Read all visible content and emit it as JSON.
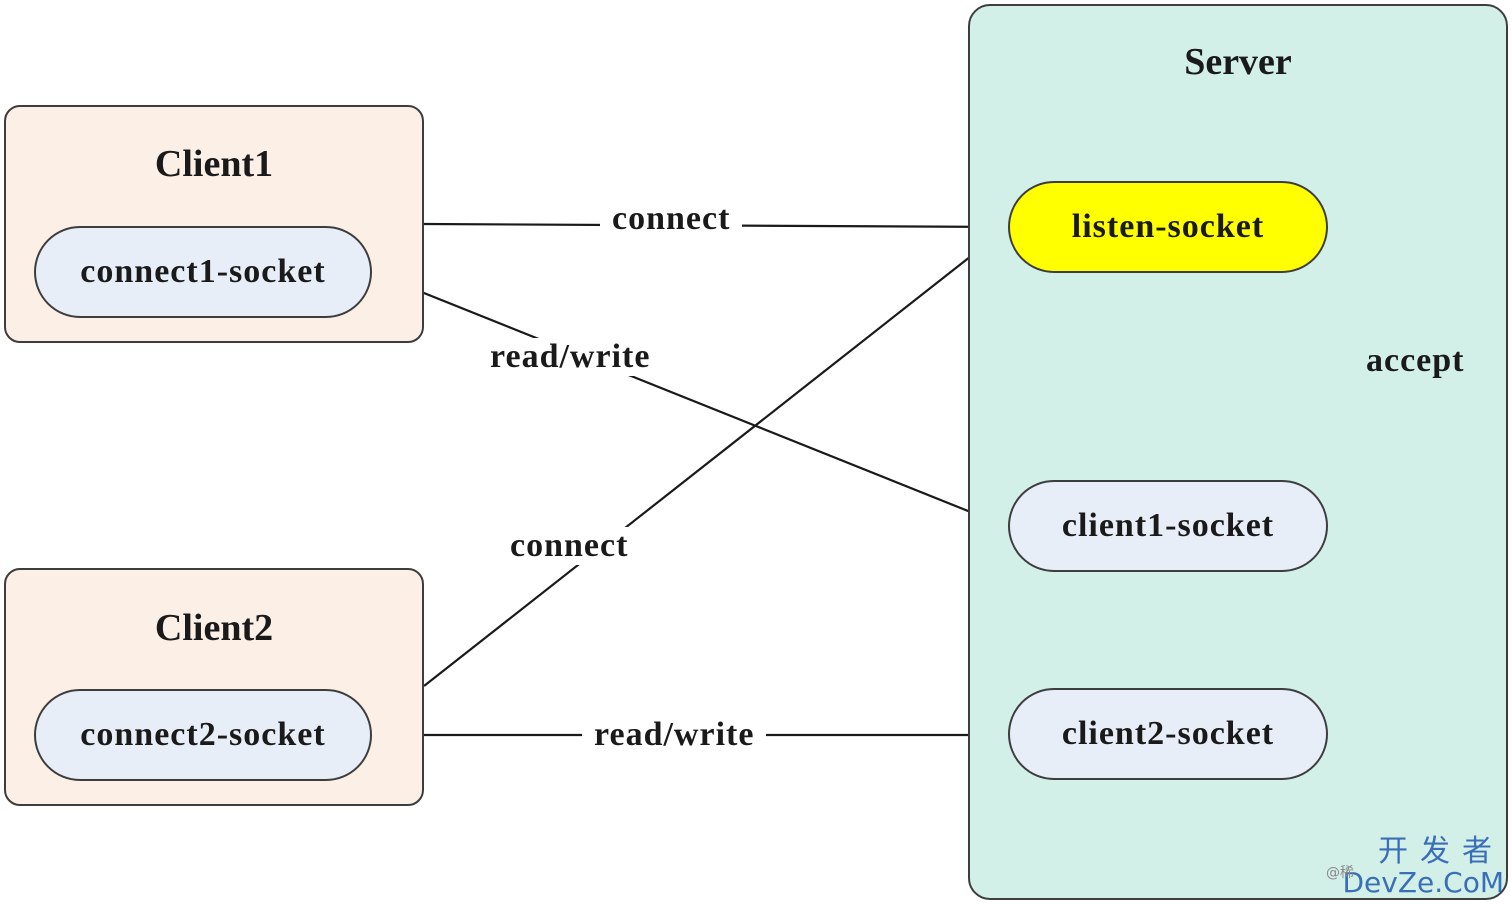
{
  "clients": [
    {
      "title": "Client1",
      "socket": "connect1-socket"
    },
    {
      "title": "Client2",
      "socket": "connect2-socket"
    }
  ],
  "server": {
    "title": "Server",
    "listen_socket": "listen-socket",
    "client_sockets": [
      "client1-socket",
      "client2-socket"
    ]
  },
  "edges": {
    "connect_top": "connect",
    "read_write_cross": "read/write",
    "connect_cross": "connect",
    "read_write_bottom": "read/write",
    "accept": "accept"
  },
  "colors": {
    "client_box": "#fcefe6",
    "server_box": "#d3f0e8",
    "socket_pill": "#e8eef8",
    "listen_pill": "#ffff00",
    "stroke": "#1a1a1a"
  },
  "watermark": {
    "top": "开发者",
    "bottom": "DevZe.CoM",
    "at": "@稀"
  }
}
